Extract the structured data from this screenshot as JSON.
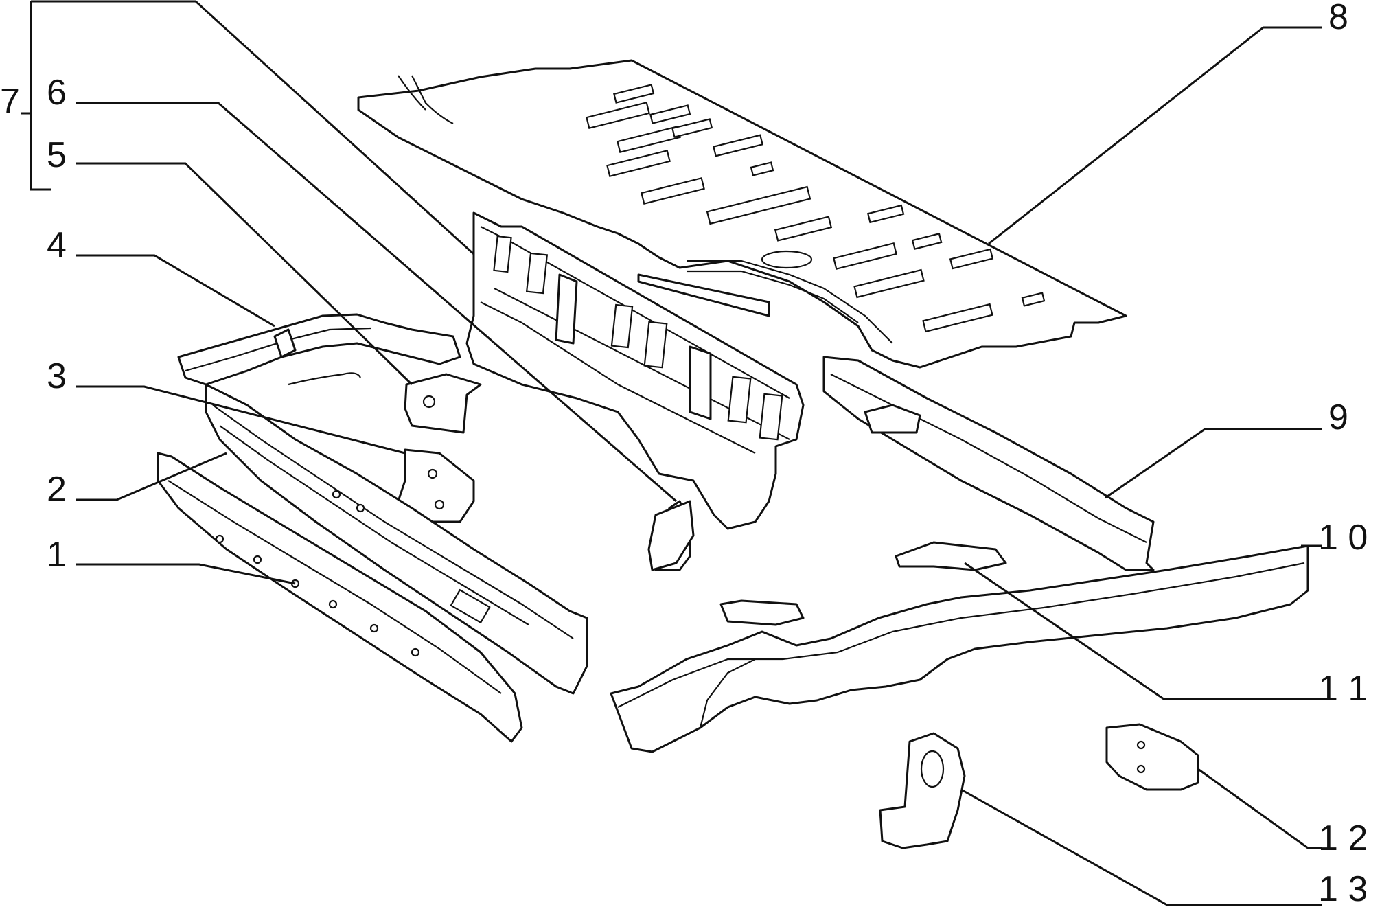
{
  "callouts": [
    {
      "id": "1",
      "text": "1"
    },
    {
      "id": "2",
      "text": "2"
    },
    {
      "id": "3",
      "text": "3"
    },
    {
      "id": "4",
      "text": "4"
    },
    {
      "id": "5",
      "text": "5"
    },
    {
      "id": "6",
      "text": "6"
    },
    {
      "id": "7",
      "text": "7"
    },
    {
      "id": "8",
      "text": "8"
    },
    {
      "id": "9",
      "text": "9"
    },
    {
      "id": "10",
      "text": "1 0"
    },
    {
      "id": "11",
      "text": "1 1"
    },
    {
      "id": "12",
      "text": "1 2"
    },
    {
      "id": "13",
      "text": "1 3"
    }
  ]
}
